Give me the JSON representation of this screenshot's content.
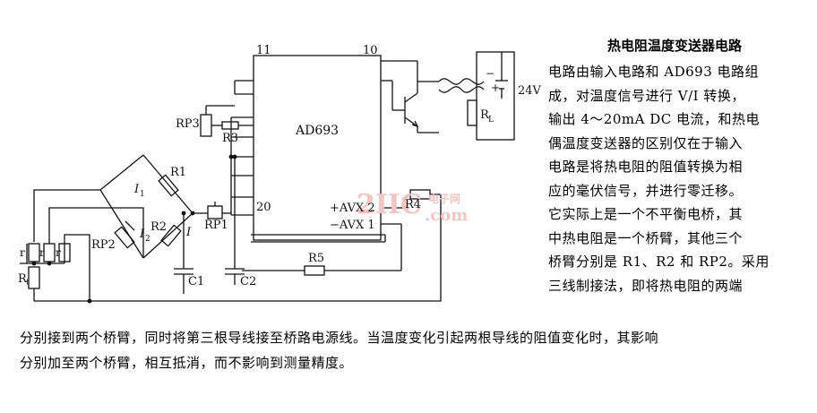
{
  "title": "热电阻温度变送器电路",
  "description_right": [
    "电路由输入电路和 AD693 电路组",
    "成，对温度信号进行 V/I 转换，",
    "输出 4～20mA DC 电流，和热电",
    "偶温度变送器的区别仅在于输入",
    "电路是将热电阻的阻值转换为相",
    "应的毫伏信号，并进行零迁移。",
    "它实际上是一个不平衡电桥，其",
    "中热电阻是一个桥臂，其他三个",
    "桥臂分别是 R1、R2 和 RP2。采用",
    "三线制接法，即将热电阻的两端"
  ],
  "description_full": [
    "分别接到两个桥臂，同时将第三根导线接至桥路电源线。当温度变化引起两根导线的阻值变化时，其影响",
    "分别加至两个桥臂，相互抵消，而不影响到测量精度。"
  ],
  "diagram": {
    "ic_label": "AD693",
    "pin_11": "11",
    "pin_10": "10",
    "pin_20": "20",
    "avx2": "+AVX 2",
    "avx1": "−AVX 1",
    "rp3": "RP3",
    "r3": "R3",
    "r1": "R1",
    "r2": "R2",
    "rp1": "RP1",
    "rp2": "RP2",
    "r4": "R4",
    "r5": "R5",
    "rl": "R",
    "rl_sub": "L",
    "c1": "C1",
    "c2": "C2",
    "i": "I",
    "i1": "I",
    "i1_sub": "1",
    "i2": "I",
    "i2_sub": "2",
    "supply": "24V",
    "minus": "−",
    "plus": "+",
    "r_lead1": "r",
    "r_lead2": "r",
    "r_lead3": "r",
    "rt": "R",
    "rt_sub": "t",
    "watermark_big": "2IIC",
    "watermark_small": "电子网",
    "watermark_com": ".com"
  }
}
